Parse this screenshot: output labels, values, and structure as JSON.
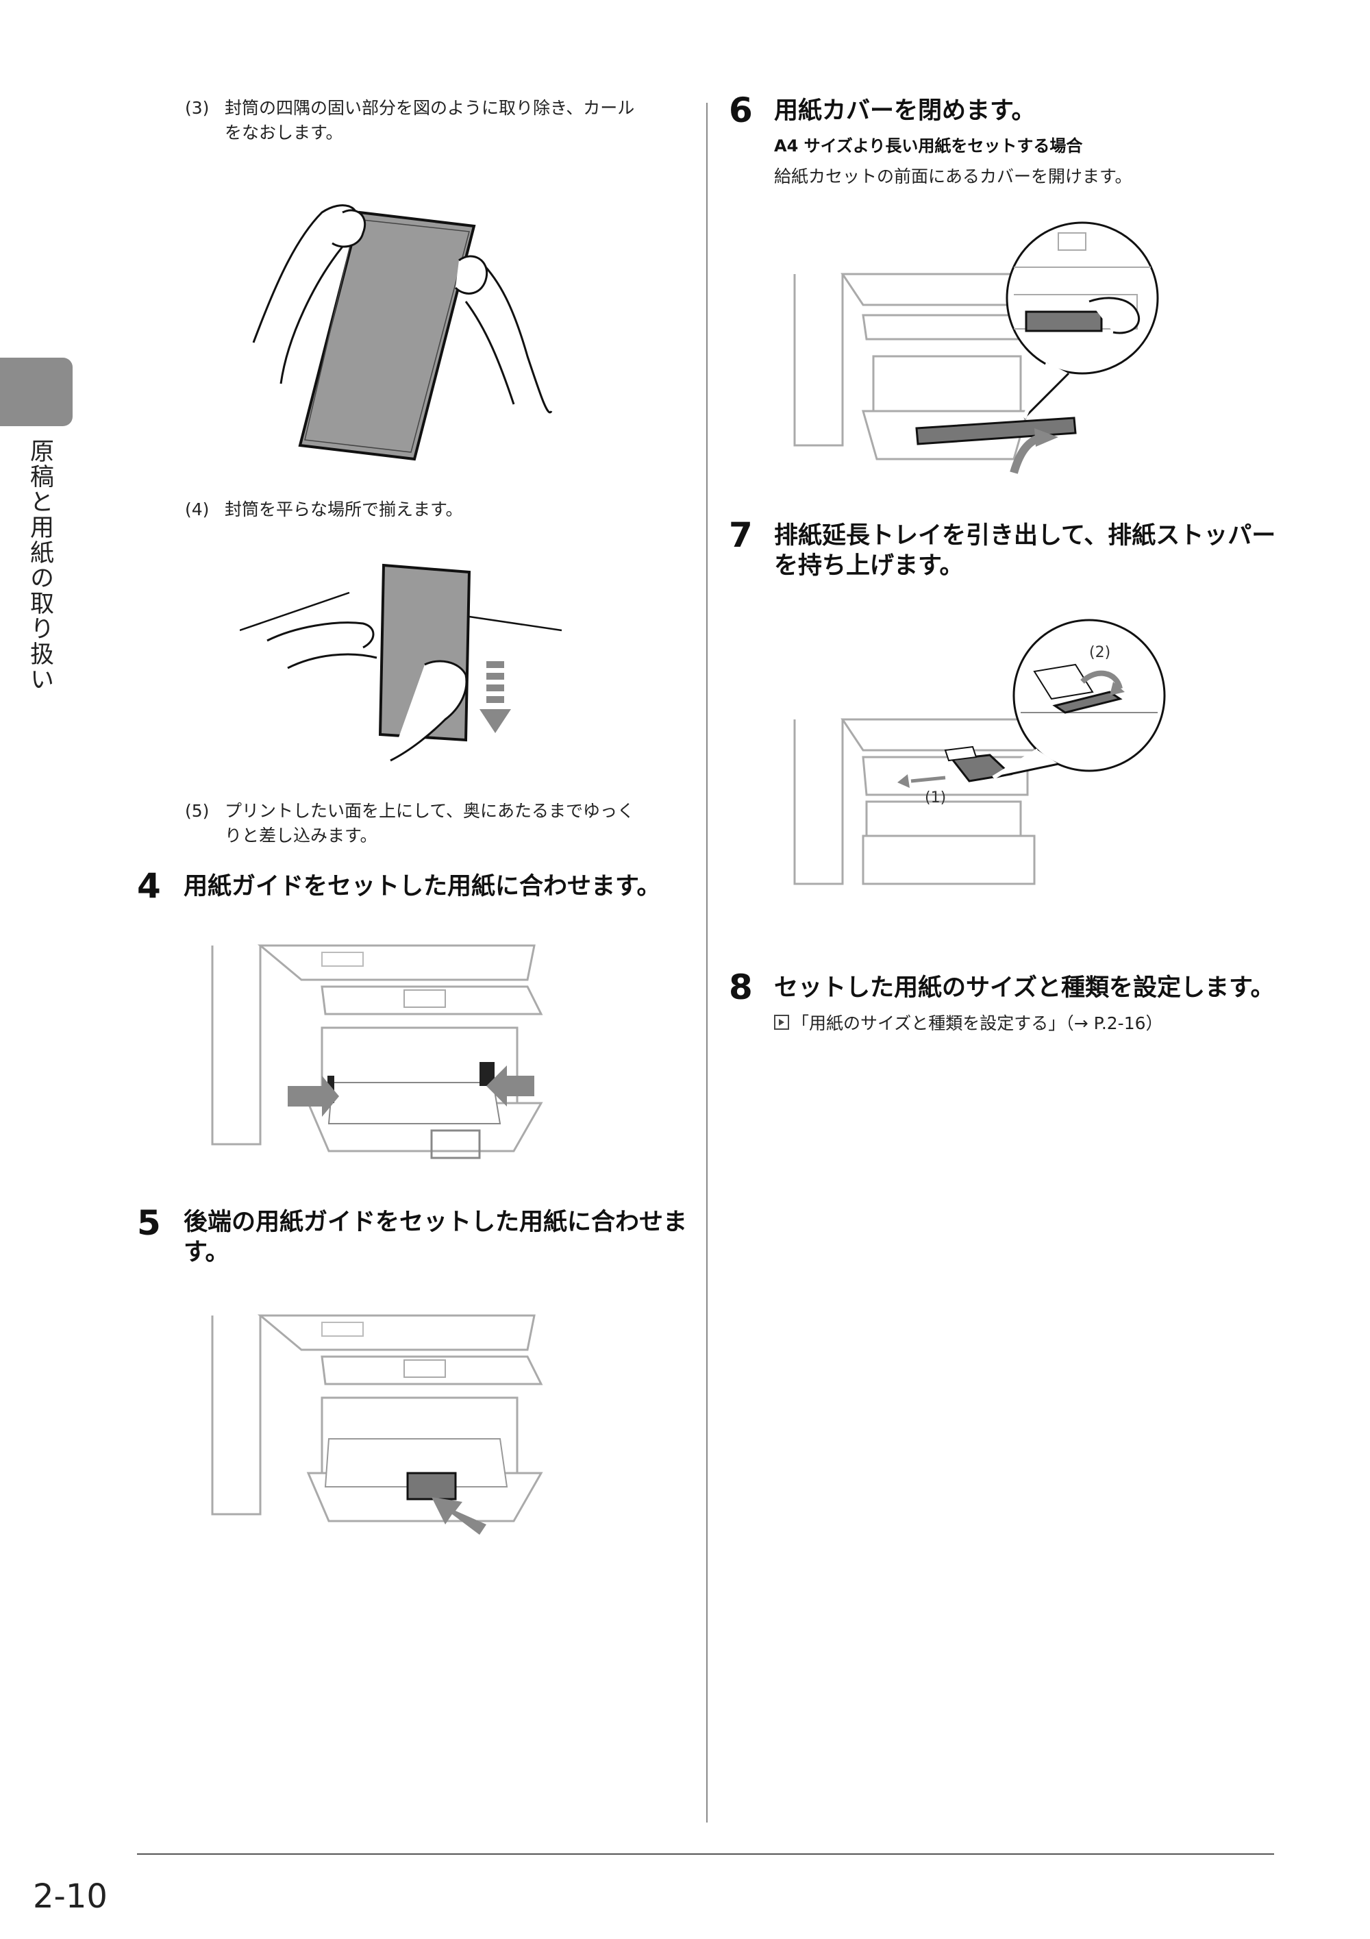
{
  "side": {
    "label": "原稿と用紙の取り扱い"
  },
  "page_number": "2-10",
  "left": {
    "substeps": [
      {
        "num": "(3)",
        "lines": [
          "封筒の四隅の固い部分を図のように取り除き、カール",
          "をなおします。"
        ]
      },
      {
        "num": "(4)",
        "lines": [
          "封筒を平らな場所で揃えます。"
        ]
      },
      {
        "num": "(5)",
        "lines": [
          "プリントしたい面を上にして、奥にあたるまでゆっく",
          "りと差し込みます。"
        ]
      }
    ],
    "step4": {
      "num": "4",
      "title": "用紙ガイドをセットした用紙に合わせます。"
    },
    "step5": {
      "num": "5",
      "title_lines": [
        "後端の用紙ガイドをセットした用紙に合わせま",
        "す。"
      ]
    }
  },
  "right": {
    "step6": {
      "num": "6",
      "title": "用紙カバーを閉めます。",
      "subhead": "A4 サイズより長い用紙をセットする場合",
      "body": "給紙カセットの前面にあるカバーを開けます。"
    },
    "step7": {
      "num": "7",
      "title_lines": [
        "排紙延長トレイを引き出して、排紙ストッパー",
        "を持ち上げます。"
      ],
      "callout_1": "(1)",
      "callout_2": "(2)"
    },
    "step8": {
      "num": "8",
      "title": "セットした用紙のサイズと種類を設定します。",
      "ref_icon": "arrow-right-box-icon",
      "ref": "「用紙のサイズと種類を設定する」（→ P.2-16）"
    }
  }
}
